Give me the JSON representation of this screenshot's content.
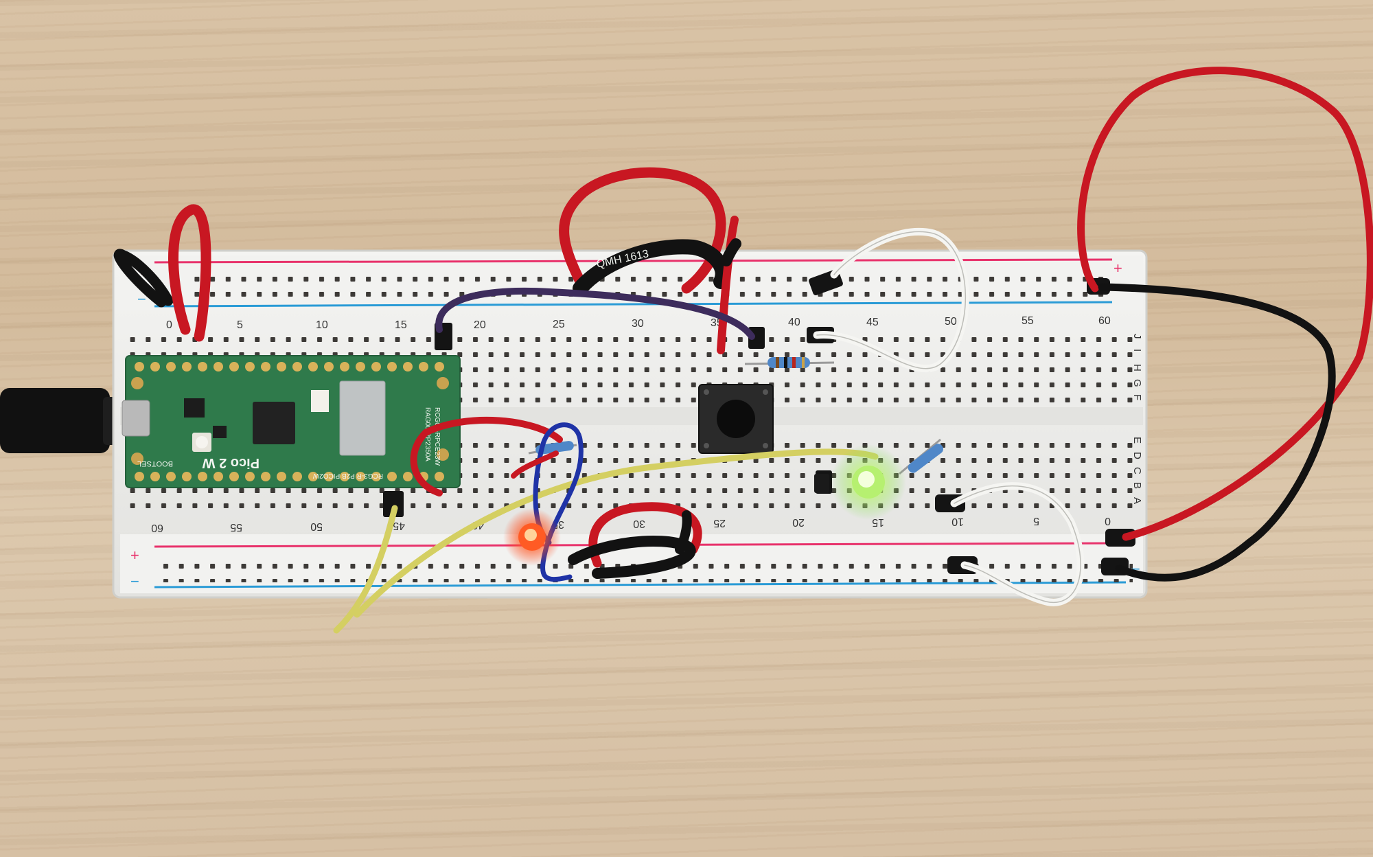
{
  "breadboard": {
    "top_numbers": [
      "0",
      "5",
      "10",
      "15",
      "20",
      "25",
      "30",
      "35",
      "40",
      "45",
      "50",
      "55",
      "60"
    ],
    "bottom_numbers": [
      "60",
      "55",
      "50",
      "45",
      "40",
      "35",
      "30",
      "25",
      "20",
      "15",
      "10",
      "5",
      "0"
    ],
    "upper_row_letters": [
      "J",
      "I",
      "H",
      "G",
      "F"
    ],
    "lower_row_letters": [
      "E",
      "D",
      "C",
      "B",
      "A"
    ],
    "rail_plus": "+",
    "rail_minus": "−"
  },
  "pico": {
    "model_label": "Pico 2 W",
    "bootsel_label": "BOOTSEL",
    "side_text_1": "RAG00-RP2350A",
    "side_text_2": "RCG00-RPCE23W",
    "bottom_text": "RCG3-R P2B PICO2W"
  },
  "cable": {
    "label": "QMH 1613"
  },
  "colors": {
    "wire_red": "#c81722",
    "wire_black": "#121212",
    "wire_white": "#f5f5f2",
    "wire_yellow": "#d4cf62",
    "wire_blue": "#1f33a6",
    "wire_purple": "#3d2c5c",
    "pcb_green": "#2f7a4b",
    "led_green": "#b6f070",
    "led_red": "#ff5b24",
    "rail_red": "#e8326b",
    "rail_blue": "#2a9bd6"
  }
}
